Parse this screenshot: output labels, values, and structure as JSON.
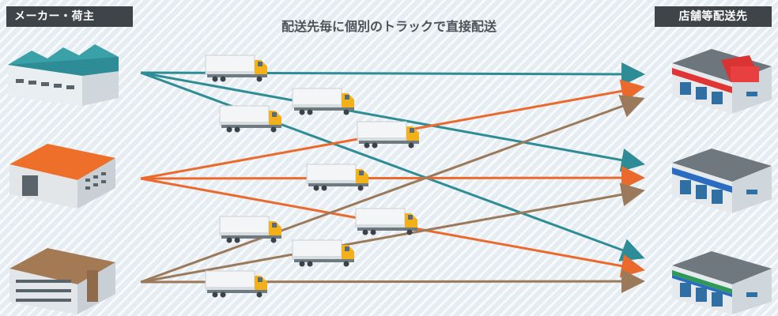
{
  "header": {
    "left_label": "メーカー・荷主",
    "right_label": "店舗等配送先",
    "title": "配送先毎に個別のトラックで直接配送"
  },
  "colors": {
    "route_factory_1": "#2e8c96",
    "route_factory_2": "#ea6a2e",
    "route_factory_3": "#9a7a5a",
    "truck_body": "#f3f5f6",
    "truck_cab": "#f2b01a"
  },
  "nodes": {
    "origins": [
      "factory-teal-roof",
      "warehouse-orange-roof",
      "warehouse-brown-roof"
    ],
    "destinations": [
      "store-red",
      "store-blue",
      "store-green"
    ]
  }
}
